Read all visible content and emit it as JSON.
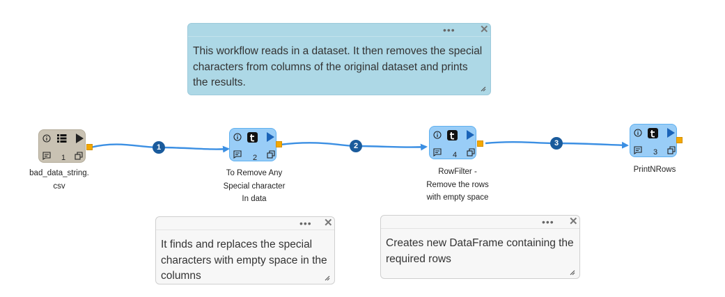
{
  "colors": {
    "edge": "#3b8fe3",
    "badge": "#1a5b9c",
    "blue_node": "#99cdf7",
    "file_node": "#c9c2b3",
    "port": "#f4a800",
    "note_blue": "#add8e6",
    "note_gray": "#f7f7f7"
  },
  "notes": {
    "top": {
      "text": "This workflow reads in a dataset. It then removes the special characters from columns of the original dataset and prints the results.",
      "menu_icon": "more-dots-icon",
      "close_icon": "close-icon"
    },
    "left": {
      "text": "It finds and replaces the special characters with empty space in the columns",
      "menu_icon": "more-dots-icon",
      "close_icon": "close-icon"
    },
    "right": {
      "text": "Creates new DataFrame containing the required rows",
      "menu_icon": "more-dots-icon",
      "close_icon": "close-icon"
    }
  },
  "nodes": [
    {
      "id": "read-csv",
      "count": "1",
      "label": "bad_data_string.\ncsv",
      "icons": [
        "info-icon",
        "list-icon",
        "play-icon",
        "comment-icon",
        "copy-icon"
      ]
    },
    {
      "id": "remove-special",
      "count": "2",
      "label": "To Remove Any\nSpecial character\nIn data",
      "icons": [
        "info-icon",
        "transform-icon",
        "play-icon",
        "comment-icon",
        "copy-icon"
      ]
    },
    {
      "id": "row-filter",
      "count": "4",
      "label": "RowFilter -\nRemove the rows\nwith empty space",
      "icons": [
        "info-icon",
        "transform-icon",
        "play-icon",
        "comment-icon",
        "copy-icon"
      ]
    },
    {
      "id": "print-n-rows",
      "count": "3",
      "label": "PrintNRows",
      "icons": [
        "info-icon",
        "transform-icon",
        "play-icon",
        "comment-icon",
        "copy-icon"
      ]
    }
  ],
  "edges": [
    {
      "from": "read-csv",
      "to": "remove-special",
      "badge": "1"
    },
    {
      "from": "remove-special",
      "to": "row-filter",
      "badge": "2"
    },
    {
      "from": "row-filter",
      "to": "print-n-rows",
      "badge": "3"
    }
  ]
}
